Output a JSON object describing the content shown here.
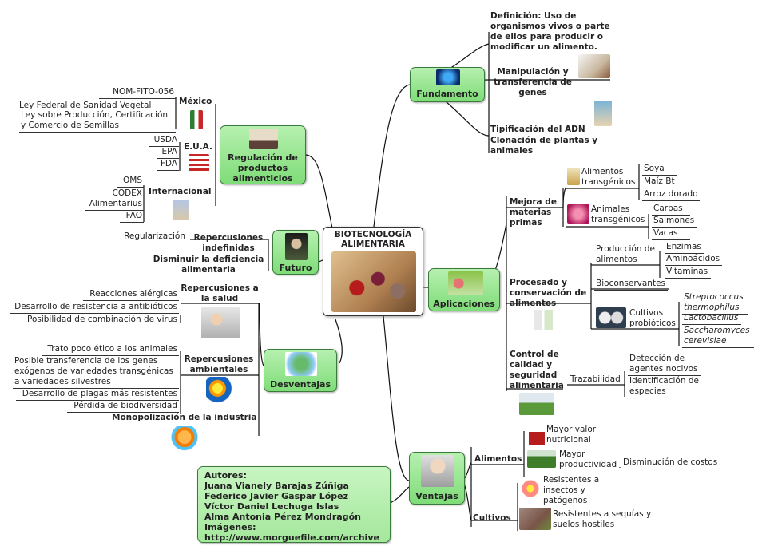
{
  "central": {
    "title": "BIOTECNOLOGÍA ALIMENTARIA",
    "image": "food-photo"
  },
  "fundamento": {
    "label": "Fundamento",
    "definicion": "Definición: Uso de organismos vivos o parte de ellos para producir o modificar un alimento.",
    "manipulacion": "Manipulación y transferencia de genes",
    "tipificacion": "Tipificación del ADN",
    "clonacion": "Clonación de plantas y animales"
  },
  "aplicaciones": {
    "label": "Aplicaciones",
    "mejora": {
      "label": "Mejora de materias primas",
      "alimentos_transgenicos": "Alimentos transgénicos",
      "alimentos_items": [
        "Soya",
        "Maíz Bt",
        "Arroz dorado"
      ],
      "animales_transgenicos": "Animales transgénicos",
      "animales_items": [
        "Carpas",
        "Salmones",
        "Vacas"
      ]
    },
    "procesado": {
      "label": "Procesado y conservación de alimentos",
      "produccion": "Producción de alimentos",
      "produccion_items": [
        "Enzimas",
        "Aminoácidos",
        "Vitaminas"
      ],
      "bioconservantes": "Bioconservantes",
      "cultivos": "Cultivos probióticos",
      "cultivos_items": [
        "Streptococcus thermophilus",
        "Lactobacillus",
        "Saccharomyces cerevisiae"
      ]
    },
    "control": {
      "label": "Control de calidad y seguridad alimentaria",
      "trazabilidad": "Trazabilidad",
      "items": [
        "Detección de agentes nocivos",
        "Identificación de especies"
      ]
    }
  },
  "ventajas": {
    "label": "Ventajas",
    "alimentos": "Alimentos",
    "mayor_valor": "Mayor valor nutricional",
    "mayor_productividad": "Mayor productividad",
    "disminucion": "Disminución de costos",
    "cultivos": "Cultivos",
    "resistentes_insectos": "Resistentes a insectos y patógenos",
    "resistentes_sequias": "Resistentes a sequías y suelos hostiles"
  },
  "autores": {
    "lines": [
      "Autores:",
      "Juana Vianely Barajas Zúñiga",
      "Federico Javier Gaspar López",
      "Víctor Daniel Lechuga Islas",
      "Alma Antonia Pérez Mondragón",
      "Imágenes:",
      "http://www.morguefile.com/archive"
    ]
  },
  "desventajas": {
    "label": "Desventajas",
    "salud": "Repercusiones a la salud",
    "salud_items": [
      "Reacciones alérgicas",
      "Desarrollo de resistencia a antibióticos",
      "Posibilidad de combinación de virus"
    ],
    "ambientales": "Repercusiones ambientales",
    "ambientales_items": [
      "Trato poco ético a los animales",
      "Posible transferencia de los genes exógenos de variedades transgénicas a variedades silvestres",
      "Desarrollo de plagas más resistentes",
      "Pérdida de biodiversidad"
    ],
    "monopolizacion": "Monopolización de la industria"
  },
  "futuro": {
    "label": "Futuro",
    "repercusiones": "Repercusiones indefinidas",
    "regularizacion": "Regularización",
    "disminuir": "Disminuir la deficiencia alimentaria"
  },
  "regulacion": {
    "label": "Regulación de productos alimenticios",
    "mexico": "México",
    "mexico_items": [
      "NOM-FITO-056",
      "Ley Federal de Sanidad Vegetal",
      "Ley sobre Producción, Certificación y Comercio de Semillas"
    ],
    "eua": "E.U.A.",
    "eua_items": [
      "USDA",
      "EPA",
      "FDA"
    ],
    "internacional": "Internacional",
    "internacional_items": [
      "OMS",
      "CODEX Alimentarius",
      "FAO"
    ]
  }
}
